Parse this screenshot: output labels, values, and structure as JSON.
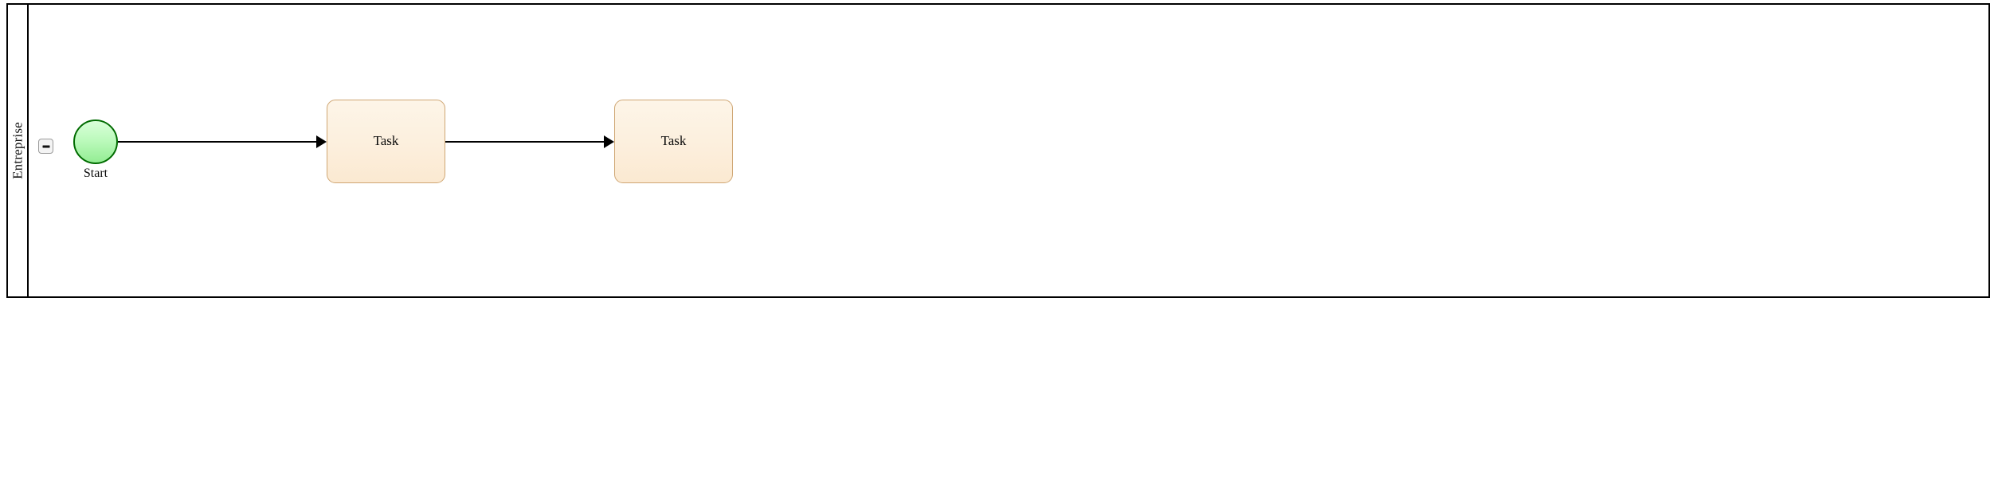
{
  "diagram": {
    "type": "bpmn-process",
    "notation": "BPMN 2.0",
    "canvas_background": "#ffffff"
  },
  "pool": {
    "name": "Entreprise",
    "lane_title": "Entreprise",
    "border_color": "#000000",
    "background": "#ffffff",
    "collapsed": false
  },
  "controls": {
    "collapse_button": {
      "icon": "minus-icon",
      "tooltip": "Collapse",
      "state": "expanded"
    }
  },
  "nodes": [
    {
      "id": "start-event",
      "kind": "start-event",
      "label": "Start",
      "shape": "circle",
      "fill_top": "#d9ffd9",
      "fill_bottom": "#93ed93",
      "stroke": "#006b00"
    },
    {
      "id": "task-1",
      "kind": "task",
      "label": "Task",
      "shape": "rounded-rectangle",
      "fill_top": "#fdf5e8",
      "fill_bottom": "#fbe9d1",
      "stroke": "#cfa673"
    },
    {
      "id": "task-2",
      "kind": "task",
      "label": "Task",
      "shape": "rounded-rectangle",
      "fill_top": "#fdf5e8",
      "fill_bottom": "#fbe9d1",
      "stroke": "#cfa673"
    }
  ],
  "flows": [
    {
      "id": "flow-1",
      "kind": "sequence-flow",
      "from": "start-event",
      "to": "task-1",
      "label": "",
      "stroke": "#000000",
      "arrow": "filled-triangle"
    },
    {
      "id": "flow-2",
      "kind": "sequence-flow",
      "from": "task-1",
      "to": "task-2",
      "label": "",
      "stroke": "#000000",
      "arrow": "filled-triangle"
    }
  ]
}
